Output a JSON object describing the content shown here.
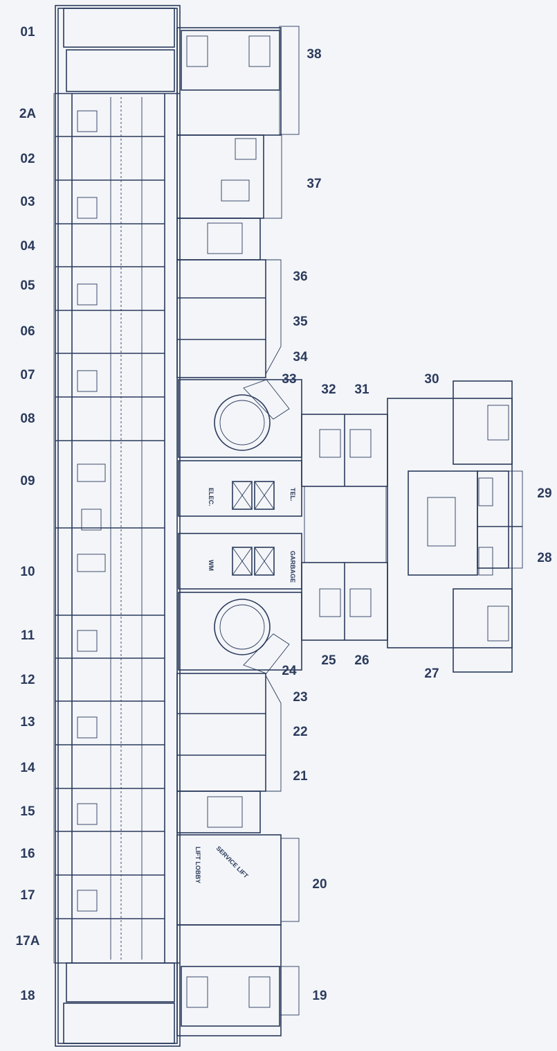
{
  "floor_plan": {
    "room_tags": {
      "elec": "ELEC.",
      "tel": "TEL.",
      "wm": "WM",
      "garbage": "GARBAGE",
      "lift_lobby": "LIFT LOBBY",
      "service_lift": "SERVICE LIFT"
    },
    "units": [
      "01",
      "2A",
      "02",
      "03",
      "04",
      "05",
      "06",
      "07",
      "08",
      "09",
      "10",
      "11",
      "12",
      "13",
      "14",
      "15",
      "16",
      "17",
      "17A",
      "18",
      "19",
      "20",
      "21",
      "22",
      "23",
      "24",
      "25",
      "26",
      "27",
      "28",
      "29",
      "30",
      "31",
      "32",
      "33",
      "34",
      "35",
      "36",
      "37",
      "38"
    ],
    "colors": {
      "ink": "#2b3a5c",
      "background": "#f3f5f8"
    }
  }
}
